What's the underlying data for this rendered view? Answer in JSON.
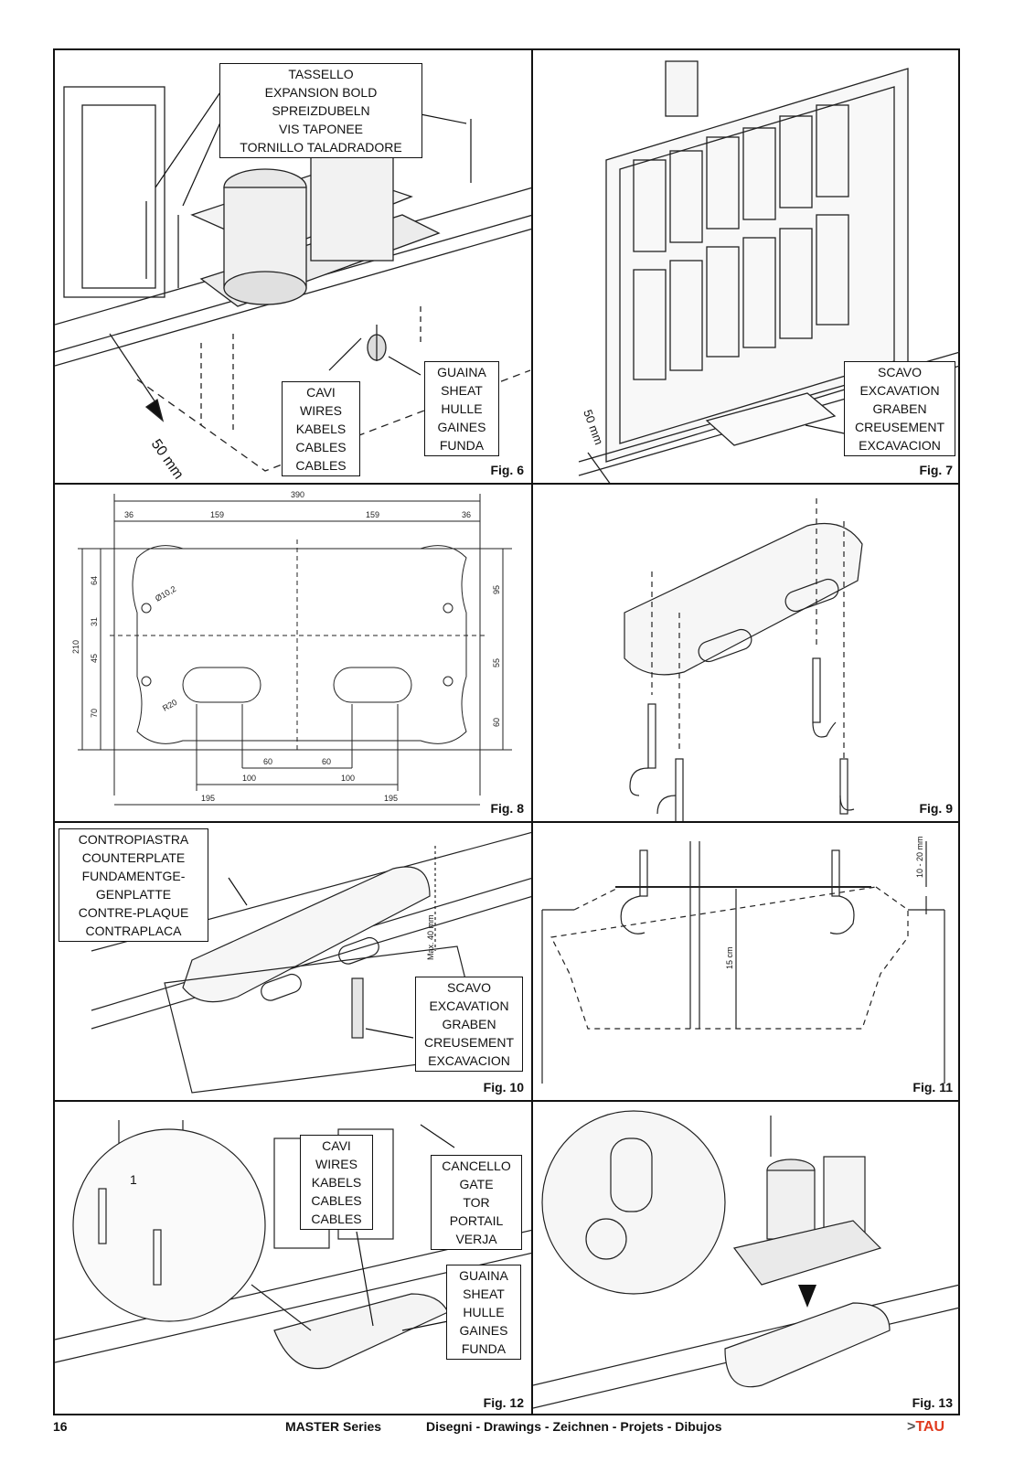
{
  "page": {
    "number": "16",
    "series": "MASTER Series",
    "section": "Disegni - Drawings - Zeichnen - Projets - Dibujos",
    "brand": "TAU"
  },
  "figures": {
    "fig6": {
      "caption": "Fig. 6",
      "label_expansion": [
        "TASSELLO",
        "EXPANSION BOLD",
        "SPREIZDUBELN",
        "VIS TAPONEE",
        "TORNILLO TALADRADORE"
      ],
      "label_wires": [
        "CAVI",
        "WIRES",
        "KABELS",
        "CABLES",
        "CABLES"
      ],
      "label_sheath": [
        "GUAINA",
        "SHEAT",
        "HULLE",
        "GAINES",
        "FUNDA"
      ],
      "dimension": "50 mm"
    },
    "fig7": {
      "caption": "Fig. 7",
      "label_excavation": [
        "SCAVO",
        "EXCAVATION",
        "GRABEN",
        "CREUSEMENT",
        "EXCAVACION"
      ],
      "dimension": "50 mm"
    },
    "fig8": {
      "caption": "Fig. 8",
      "dims": {
        "total_width": "390",
        "left_margin": "36",
        "left_half": "159",
        "right_half": "159",
        "right_margin": "36",
        "height": "210",
        "l_64": "64",
        "l_31": "31",
        "l_45": "45",
        "l_70": "70",
        "r_95": "95",
        "r_55": "55",
        "r_60": "60",
        "hole_dia": "Ø10,2",
        "radius": "R20",
        "slot_a": "60",
        "slot_b": "60",
        "slot_c": "100",
        "slot_d": "100",
        "bottom_left": "195",
        "bottom_right": "195"
      }
    },
    "fig9": {
      "caption": "Fig. 9"
    },
    "fig10": {
      "caption": "Fig. 10",
      "label_counterplate": [
        "CONTROPIASTRA",
        "COUNTERPLATE",
        "FUNDAMENTGE-",
        "GENPLATTE",
        "CONTRE-PLAQUE",
        "CONTRAPLACA"
      ],
      "label_excavation": [
        "SCAVO",
        "EXCAVATION",
        "GRABEN",
        "CREUSEMENT",
        "EXCAVACION"
      ],
      "dimension": "Max. 40 mm"
    },
    "fig11": {
      "caption": "Fig. 11",
      "dim_depth": "15 cm",
      "dim_top": "10 - 20 mm"
    },
    "fig12": {
      "caption": "Fig. 12",
      "label_wires": [
        "CAVI",
        "WIRES",
        "KABELS",
        "CABLES",
        "CABLES"
      ],
      "label_gate": [
        "CANCELLO",
        "GATE",
        "TOR",
        "PORTAIL",
        "VERJA"
      ],
      "label_sheath": [
        "GUAINA",
        "SHEAT",
        "HULLE",
        "GAINES",
        "FUNDA"
      ],
      "marker": "1"
    },
    "fig13": {
      "caption": "Fig. 13"
    }
  }
}
